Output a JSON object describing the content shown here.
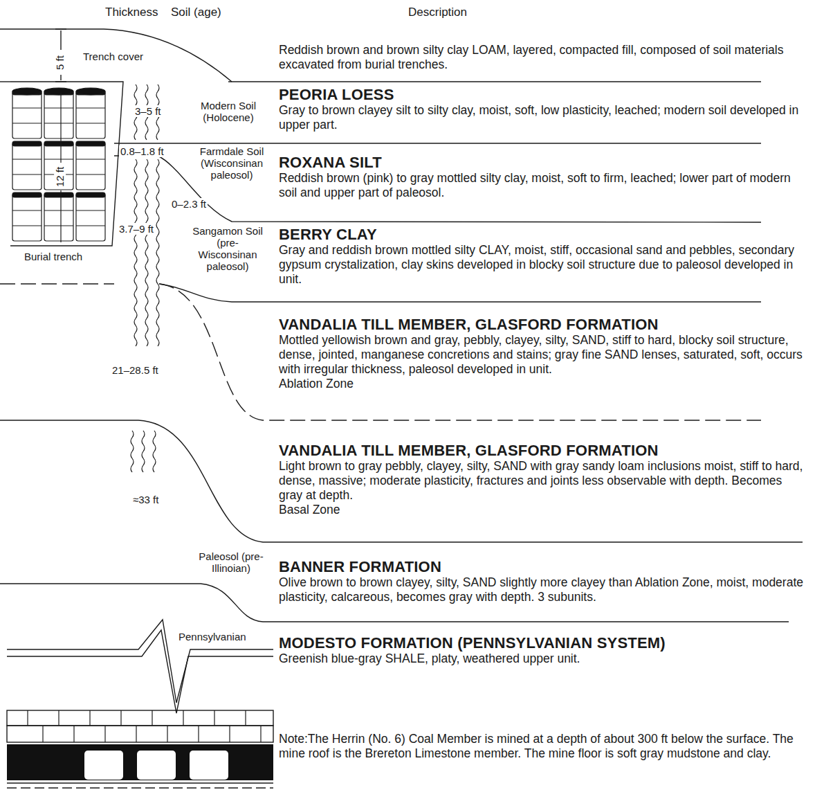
{
  "diagram": {
    "nodes": [
      {
        "text": [
          "Trench cover",
          "Reddish brown and brown silty clay LOAM, layered, compacted fill, composed of soil materials excavated from burial trenches."
        ]
      },
      {
        "text": [
          "Modern Soil (Holocene)",
          "PEORIA LOESS",
          "Gray to brown clayey silt to silty clay, moist, soft, low plasticity, leached; modern soil developed in upper part."
        ]
      },
      {
        "text": [
          "Farmdale Soil (Wisconsinan paleosol)",
          "ROXANA SILT",
          "Reddish brown (pink) to gray mottled silty clay, moist, soft to firm, leached; lower part of modern soil and upper part of paleosol."
        ]
      },
      {
        "text": [
          "Sangamon Soil (pre- Wisconsinan paleosol)",
          "BERRY CLAY",
          "Gray and reddish brown mottled silty CLAY, moist, stiff, occasional sand and pebbles, secondary gypsum crystalization, clay skins developed in blocky soil structure due to paleosol developed in unit."
        ]
      },
      {
        "text": [
          "VANDALIA TILL MEMBER, GLASFORD FORMATION",
          "Mottled yellowish brown and gray, pebbly, clayey, silty, SAND, stiff to hard, blocky soil structure, dense, jointed, manganese concretions and stains; gray fine SAND lenses, saturated, soft, occurs with irregular thickness, paleosol developed in unit.",
          "Ablation Zone"
        ]
      },
      {
        "text": [
          "VANDALIA TILL MEMBER, GLASFORD FORMATION",
          "Light brown to gray pebbly, clayey, silty, SAND with gray sandy loam inclusions moist, stiff to hard, dense, massive; moderate plasticity, fractures and joints less observable with depth. Becomes gray at depth.",
          "Basal Zone"
        ]
      },
      {
        "text": [
          "Paleosol (pre-Illinoian)",
          "BANNER FORMATION",
          "Olive brown to brown clayey, silty, SAND slightly more clayey than Ablation Zone, moist, moderate plasticity, calcareous, becomes gray with depth. 3 subunits."
        ]
      },
      {
        "text": [
          "Pennsylvanian",
          "MODESTO FORMATION (PENNSYLVANIAN SYSTEM)",
          "Greenish blue-gray SHALE, platy, weathered upper unit."
        ]
      }
    ],
    "labels": [
      "Thickness",
      "Soil (age)",
      "Description",
      "5 ft",
      "12 ft",
      "Burial trench",
      "3–5 ft",
      "0.8–1.8 ft",
      "0–2.3 ft",
      "3.7–9 ft",
      "21–28.5 ft",
      "≈33 ft",
      "Note:The Herrin (No. 6) Coal Member is mined at a depth of about 300 ft below the surface. The mine roof is the Brereton Limestone member. The mine floor is soft gray mudstone and clay."
    ]
  }
}
